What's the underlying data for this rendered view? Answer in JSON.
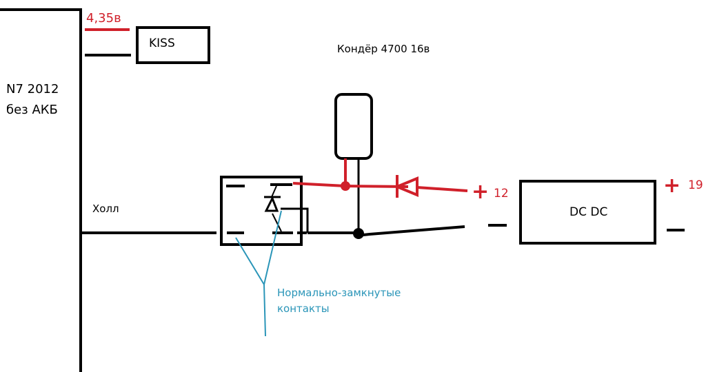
{
  "colors": {
    "wire": "#000000",
    "positive": "#d0202a",
    "annotation": "#2a95b8"
  },
  "device": {
    "line1": "N7 2012",
    "line2": "без АКБ"
  },
  "voltage_label": "4,35в",
  "kiss_label": "KISS",
  "capacitor_label": "Кондёр 4700 16в",
  "hall_label": "Холл",
  "plus12": {
    "sign": "+",
    "value": "12"
  },
  "dcdc": {
    "label": "DC DC",
    "plus_sign": "+",
    "plus_value": "19",
    "minus_sign": "−"
  },
  "input_minus_sign": "−",
  "annotation": {
    "line1": "Нормально-замкнутые",
    "line2": "контакты"
  }
}
